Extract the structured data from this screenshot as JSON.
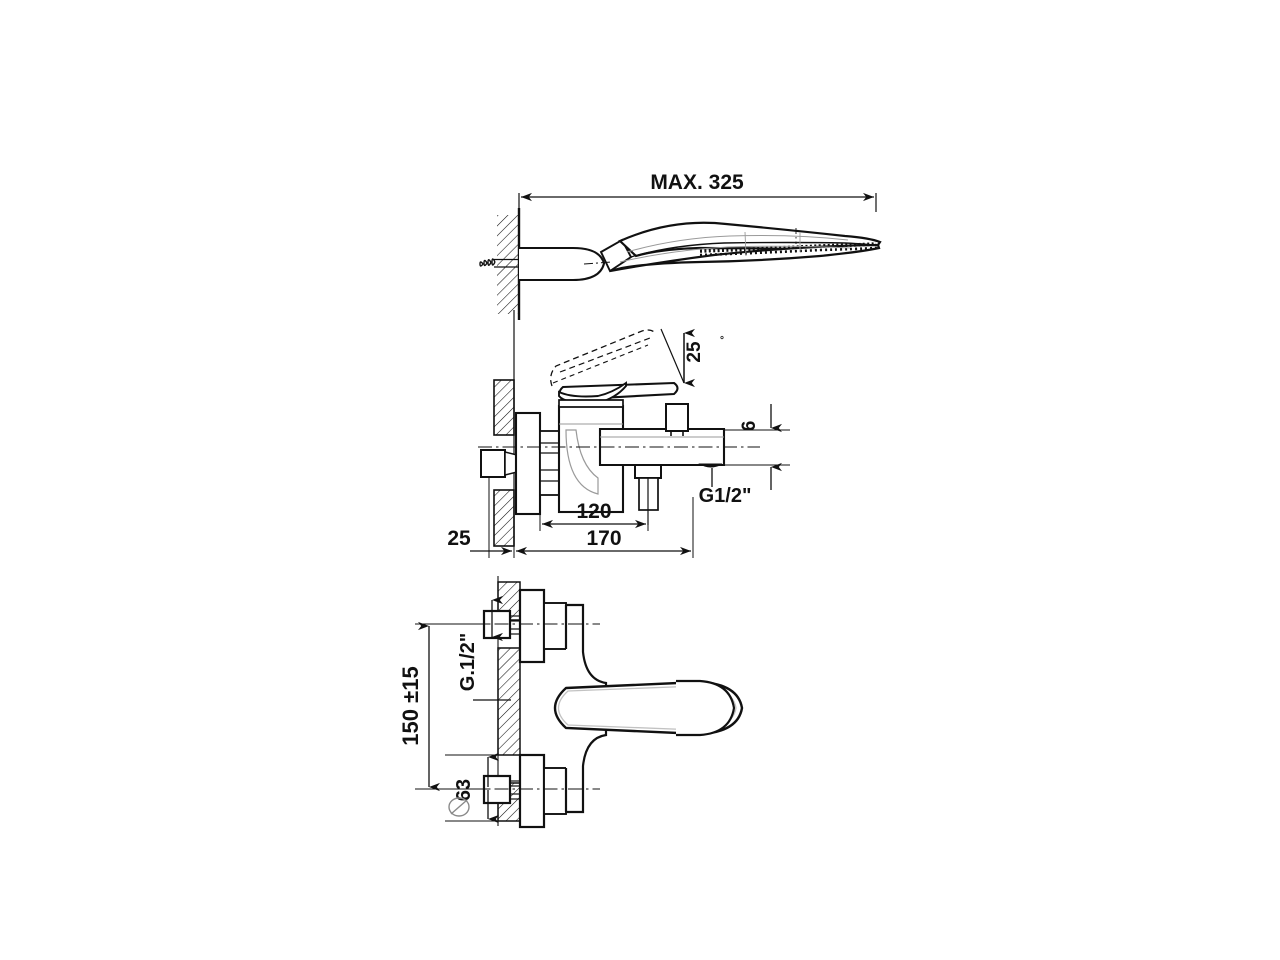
{
  "document": {
    "kind": "technical-drawing",
    "subject": "Wall-mounted bath/shower mixer with hand shower",
    "background_color": "#ffffff",
    "line_color": "#111111",
    "thin_line_color": "#7d7d7d",
    "views": [
      {
        "id": "top-view",
        "label": "hand shower side elevation"
      },
      {
        "id": "middle-view",
        "label": "mixer side elevation"
      },
      {
        "id": "bottom-view",
        "label": "mixer front elevation"
      }
    ]
  },
  "dimensions": {
    "shower_max_reach": "MAX.  325",
    "lever_angle": "25",
    "lever_angle_unit": "°",
    "spout_height": "6",
    "spout_thread": "G1/2\"",
    "spout_projection": "120",
    "body_projection": "170",
    "wall_offset": "25",
    "inlet_spacing": "150  ±15",
    "escutcheon_diameter": "63",
    "diameter_symbol": "Ø",
    "inlet_thread": "G.1/2\""
  },
  "annotations": {
    "max_label": "MAX.",
    "max_value": "325"
  }
}
